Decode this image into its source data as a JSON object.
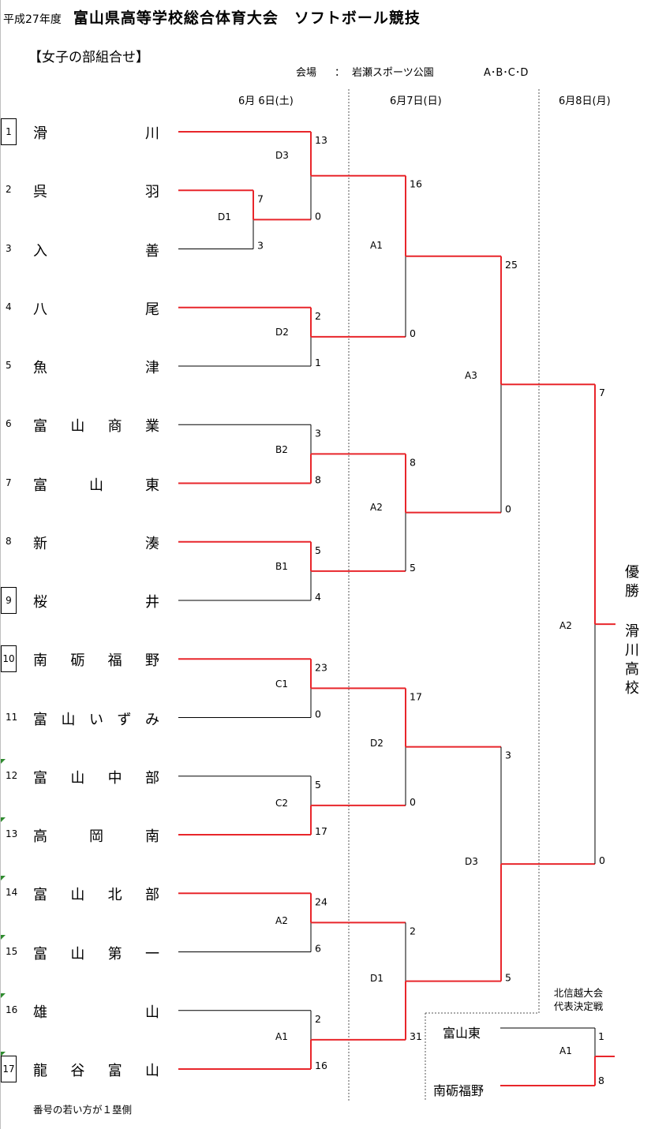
{
  "header": {
    "year": "平成27年度",
    "title": "富山県高等学校総合体育大会　ソフトボール競技",
    "section": "【女子の部組合せ】",
    "venue_label": "会場",
    "venue_colon": "：",
    "venue_name": "岩瀬スポーツ公園",
    "courts": "A･B･C･D"
  },
  "days": [
    "6月 6日(土)",
    "6月7日(日)",
    "6月8日(月)"
  ],
  "teams": [
    {
      "seed": "1",
      "name": [
        "滑",
        "川"
      ],
      "boxed": true,
      "flag": false
    },
    {
      "seed": "2",
      "name": [
        "呉",
        "羽"
      ],
      "boxed": false,
      "flag": false
    },
    {
      "seed": "3",
      "name": [
        "入",
        "善"
      ],
      "boxed": false,
      "flag": false
    },
    {
      "seed": "4",
      "name": [
        "八",
        "尾"
      ],
      "boxed": false,
      "flag": false
    },
    {
      "seed": "5",
      "name": [
        "魚",
        "津"
      ],
      "boxed": false,
      "flag": false
    },
    {
      "seed": "6",
      "name": [
        "富",
        "山",
        "商",
        "業"
      ],
      "boxed": false,
      "flag": false
    },
    {
      "seed": "7",
      "name": [
        "富",
        "山",
        "東"
      ],
      "boxed": false,
      "flag": false
    },
    {
      "seed": "8",
      "name": [
        "新",
        "湊"
      ],
      "boxed": false,
      "flag": false
    },
    {
      "seed": "9",
      "name": [
        "桜",
        "井"
      ],
      "boxed": true,
      "flag": false
    },
    {
      "seed": "10",
      "name": [
        "南",
        "砺",
        "福",
        "野"
      ],
      "boxed": true,
      "flag": false
    },
    {
      "seed": "11",
      "name": [
        "富",
        "山",
        "い",
        "ず",
        "み"
      ],
      "boxed": false,
      "flag": false
    },
    {
      "seed": "12",
      "name": [
        "富",
        "山",
        "中",
        "部"
      ],
      "boxed": false,
      "flag": true
    },
    {
      "seed": "13",
      "name": [
        "高",
        "岡",
        "南"
      ],
      "boxed": false,
      "flag": true
    },
    {
      "seed": "14",
      "name": [
        "富",
        "山",
        "北",
        "部"
      ],
      "boxed": false,
      "flag": true
    },
    {
      "seed": "15",
      "name": [
        "富",
        "山",
        "第",
        "一"
      ],
      "boxed": false,
      "flag": true
    },
    {
      "seed": "16",
      "name": [
        "雄",
        "山"
      ],
      "boxed": false,
      "flag": true
    },
    {
      "seed": "17",
      "name": [
        "龍",
        "谷",
        "富",
        "山"
      ],
      "boxed": true,
      "flag": true
    }
  ],
  "matches": [
    {
      "id": "r1-d1",
      "label": "D1",
      "top_score": "7",
      "bottom_score": "3",
      "winner": "top"
    },
    {
      "id": "r2-d3",
      "label": "D3",
      "top_score": "13",
      "bottom_score": "0",
      "winner": "top"
    },
    {
      "id": "r2-d2",
      "label": "D2",
      "top_score": "2",
      "bottom_score": "1",
      "winner": "top"
    },
    {
      "id": "r2-b2",
      "label": "B2",
      "top_score": "3",
      "bottom_score": "8",
      "winner": "bottom"
    },
    {
      "id": "r2-b1",
      "label": "B1",
      "top_score": "5",
      "bottom_score": "4",
      "winner": "top"
    },
    {
      "id": "r2-c1",
      "label": "C1",
      "top_score": "23",
      "bottom_score": "0",
      "winner": "top"
    },
    {
      "id": "r2-c2",
      "label": "C2",
      "top_score": "5",
      "bottom_score": "17",
      "winner": "bottom"
    },
    {
      "id": "r2-a2",
      "label": "A2",
      "top_score": "24",
      "bottom_score": "6",
      "winner": "top"
    },
    {
      "id": "r2-a1",
      "label": "A1",
      "top_score": "2",
      "bottom_score": "16",
      "winner": "bottom"
    },
    {
      "id": "qf-a1",
      "label": "A1",
      "top_score": "16",
      "bottom_score": "0",
      "winner": "top"
    },
    {
      "id": "qf-a2",
      "label": "A2",
      "top_score": "8",
      "bottom_score": "5",
      "winner": "top"
    },
    {
      "id": "qf-d2",
      "label": "D2",
      "top_score": "17",
      "bottom_score": "0",
      "winner": "top"
    },
    {
      "id": "qf-d1",
      "label": "D1",
      "top_score": "2",
      "bottom_score": "31",
      "winner": "bottom"
    },
    {
      "id": "sf-a3",
      "label": "A3",
      "top_score": "25",
      "bottom_score": "0",
      "winner": "top"
    },
    {
      "id": "sf-d3",
      "label": "D3",
      "top_score": "3",
      "bottom_score": "5",
      "winner": "bottom"
    },
    {
      "id": "final-a2",
      "label": "A2",
      "top_score": "7",
      "bottom_score": "0",
      "winner": "top"
    }
  ],
  "champion": {
    "label": [
      "優",
      "勝"
    ],
    "school": [
      "滑",
      "川",
      "高",
      "校"
    ]
  },
  "third_place": {
    "title_lines": [
      "北信越大会",
      "代表決定戦"
    ],
    "label": "A1",
    "top_team": "富山東",
    "bottom_team": "南砺福野",
    "top_score": "1",
    "bottom_score": "8",
    "winner": "bottom"
  },
  "footnote": "番号の若い方が１塁側",
  "colors": {
    "winner_line": "#e8262b",
    "line": "#000000",
    "divider": "#555555"
  }
}
